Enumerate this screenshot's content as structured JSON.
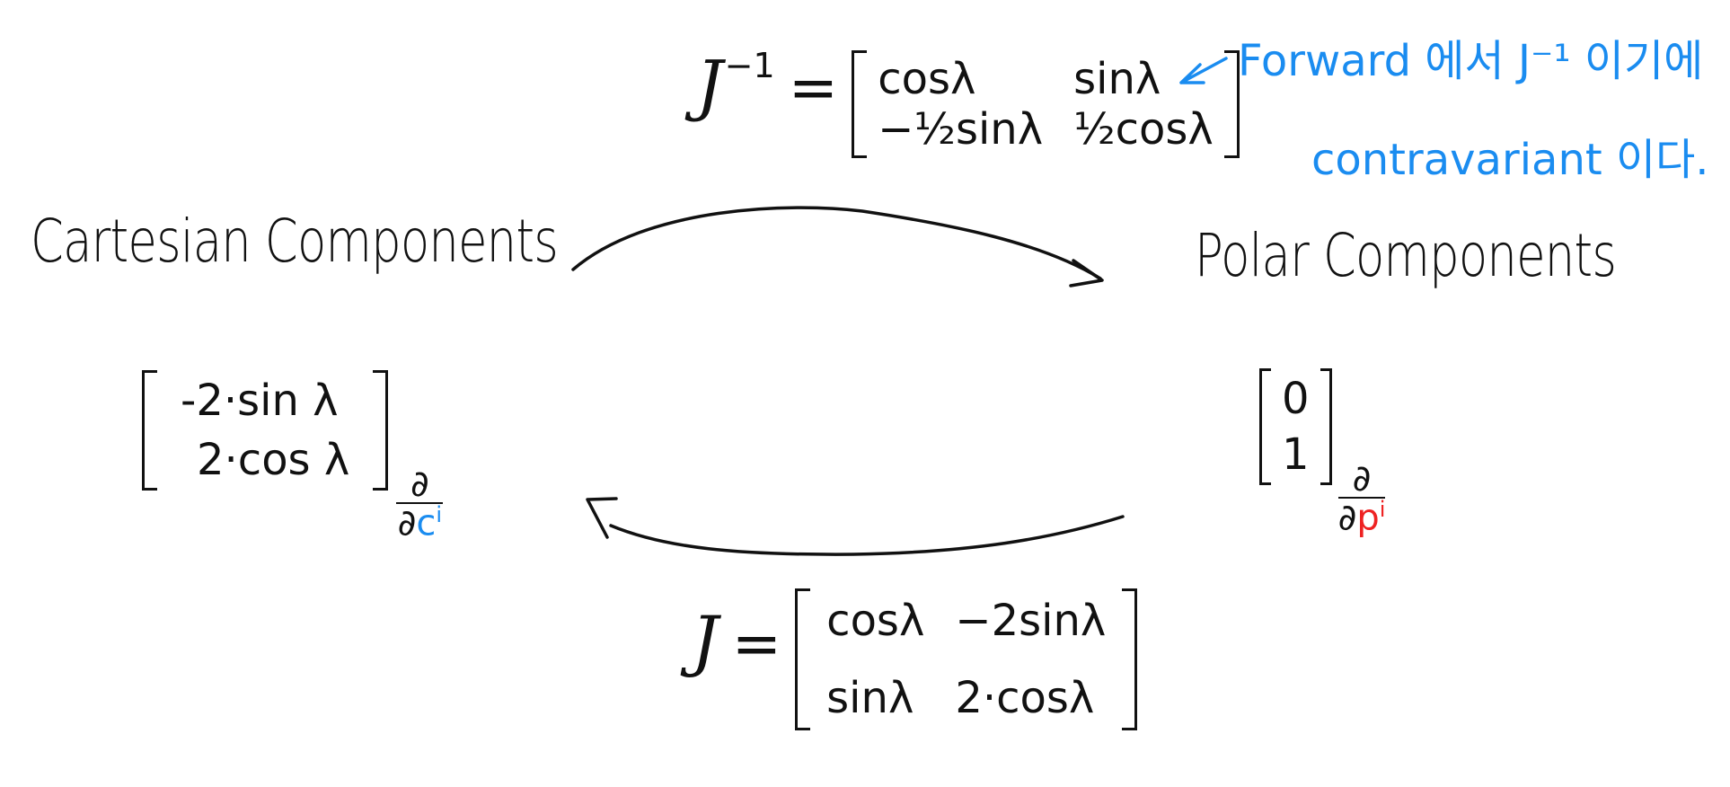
{
  "left": {
    "heading": "Cartesian Components",
    "vector": [
      "-2·sin λ",
      "2·cos λ"
    ],
    "basis": {
      "numerator": "∂",
      "denominator_prefix": "∂",
      "denominator_var": "c",
      "denominator_index": "i"
    }
  },
  "right": {
    "heading": "Polar Components",
    "vector": [
      "0",
      "1"
    ],
    "basis": {
      "numerator": "∂",
      "denominator_prefix": "∂",
      "denominator_var": "p",
      "denominator_index": "i"
    }
  },
  "jacobian_inverse": {
    "symbol": "J",
    "superscript": "−1",
    "equals": "=",
    "matrix": [
      [
        "cosλ",
        "sinλ"
      ],
      [
        "−½sinλ",
        "½cosλ"
      ]
    ]
  },
  "jacobian": {
    "symbol": "J",
    "equals": "=",
    "matrix": [
      [
        "cosλ",
        "−2sinλ"
      ],
      [
        "sinλ",
        "2·cosλ"
      ]
    ]
  },
  "annotation": {
    "line1": "Forward 에서 J⁻¹ 이기에",
    "line2": "contravariant 이다."
  },
  "colors": {
    "ink": "#111111",
    "note_blue": "#1a8cf0",
    "index_blue": "#1a8cf0",
    "index_red": "#ee2222"
  }
}
